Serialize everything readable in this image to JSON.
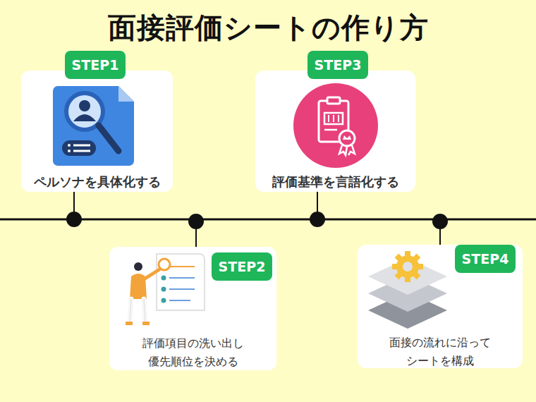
{
  "diagram": {
    "title": "面接評価シートの作り方",
    "nodes": [
      {
        "text": [
          "STEP1",
          "ペルソナを具体化する"
        ]
      },
      {
        "text": [
          "STEP2",
          "評価項目の洗い出し 優先順位を決める"
        ]
      },
      {
        "text": [
          "STEP3",
          "評価基準を言語化する"
        ]
      },
      {
        "text": [
          "STEP4",
          "面接の流れに沿って シートを構成"
        ]
      }
    ]
  }
}
